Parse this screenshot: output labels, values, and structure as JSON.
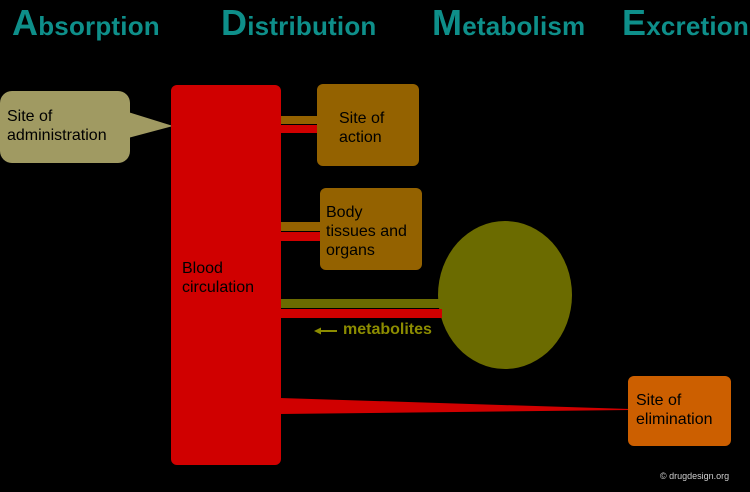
{
  "headings": {
    "absorption": {
      "initial": "A",
      "rest": "bsorption"
    },
    "distribution": {
      "initial": "D",
      "rest": "istribution"
    },
    "metabolism": {
      "initial": "M",
      "rest": "etabolism"
    },
    "excretion": {
      "initial": "E",
      "rest": "xcretion"
    }
  },
  "nodes": {
    "site_of_administration": "Site of\nadministration",
    "blood_circulation": "Blood\ncirculation",
    "site_of_action": "Site of\naction",
    "body_tissues": "Body\ntissues and\norgans",
    "site_of_elimination": "Site of\nelimination"
  },
  "arrow_label": "metabolites",
  "copyright": "© drugdesign.org",
  "colors": {
    "heading": "#0e8f8a",
    "blood": "#d00000",
    "administration": "#a09a62",
    "distribution_box": "#946200",
    "metabolism_organ": "#6b6b00",
    "elimination": "#cc5f00",
    "metabolites_text": "#8c8c00"
  }
}
